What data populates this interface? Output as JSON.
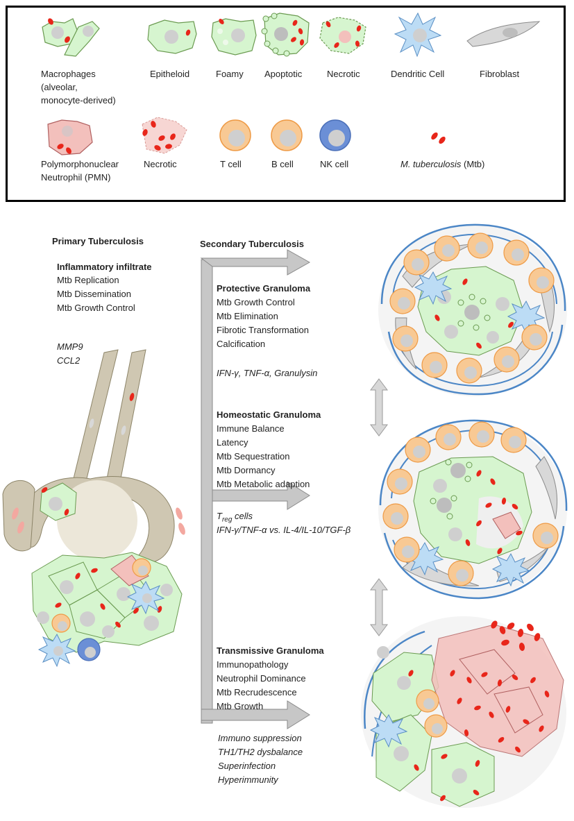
{
  "legend": {
    "macrophages": [
      "Macrophages",
      "(alveolar,",
      "monocyte-derived)"
    ],
    "epitheloid": "Epitheloid",
    "foamy": "Foamy",
    "apoptotic": "Apoptotic",
    "necrotic": "Necrotic",
    "dendritic": "Dendritic Cell",
    "fibroblast": "Fibroblast",
    "pmn": [
      "Polymorphonuclear",
      "Neutrophil (PMN)"
    ],
    "pmn_necrotic": "Necrotic",
    "tcell": "T cell",
    "bcell": "B cell",
    "nkcell": "NK cell",
    "mtb_italic": "M. tuberculosis",
    "mtb_suffix": " (Mtb)"
  },
  "primary": {
    "title": "Primary Tuberculosis",
    "subtitle": "Inflammatory infiltrate",
    "items": [
      "Mtb Replication",
      "Mtb Dissemination",
      "Mtb Growth Control"
    ],
    "genes": [
      "MMP9",
      "CCL2"
    ]
  },
  "secondary": {
    "title": "Secondary Tuberculosis",
    "protective": {
      "title": "Protective Granuloma",
      "items": [
        "Mtb Growth Control",
        "Mtb Elimination",
        "Fibrotic Transformation",
        "Calcification"
      ],
      "cytokines": "IFN-γ, TNF-α, Granulysin"
    },
    "homeostatic": {
      "title": "Homeostatic Granuloma",
      "items": [
        "Immune  Balance",
        "Latency",
        "Mtb Sequestration",
        "Mtb Dormancy",
        "Mtb Metabolic adaption"
      ],
      "treg_prefix": "T",
      "treg_sub": "reg",
      "treg_suffix": " cells",
      "cytokines": "IFN-γ/TNF-α vs. IL-4/IL-10/TGF-β"
    },
    "transmissive": {
      "title": "Transmissive Granuloma",
      "items": [
        "Immunopathology",
        "Neutrophil Dominance",
        "Mtb Recrudescence",
        "Mtb Growth"
      ],
      "factors": [
        "Immuno suppression",
        "TH1/TH2 dysbalance",
        "Superinfection",
        "Hyperimmunity"
      ]
    }
  },
  "colors": {
    "macrophage_fill": "#d6f5cf",
    "macrophage_stroke": "#6a9a50",
    "nucleus": "#cfcfcf",
    "mtb": "#e8261a",
    "tcell_fill": "#f8c994",
    "tcell_stroke": "#ee9a45",
    "nk_fill": "#6b8fd6",
    "dendritic_fill": "#bcdcf5",
    "fibroblast": "#d8d8d8",
    "pmn_fill": "#f3c0bc",
    "arrow": "#c7c7c7",
    "capsule": "#4b86c6",
    "airway": "#cfc7b2"
  }
}
